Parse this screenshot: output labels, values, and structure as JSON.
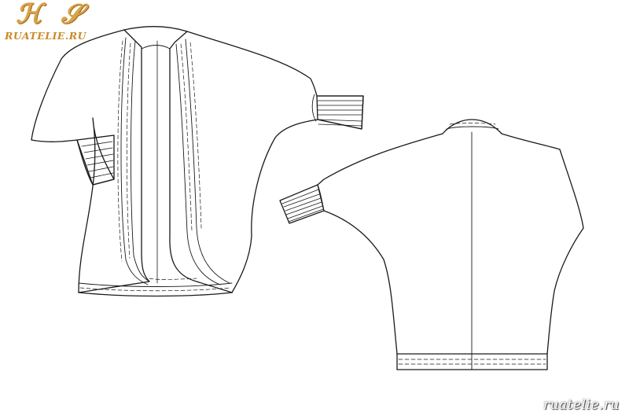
{
  "brand": {
    "monogram": "ℋ 𝒮",
    "site": "RUATELIE.RU"
  },
  "watermark": "ruatelie.ru",
  "colors": {
    "line": "#1a1a1a",
    "logo": "#d9a44a",
    "background": "#ffffff"
  }
}
